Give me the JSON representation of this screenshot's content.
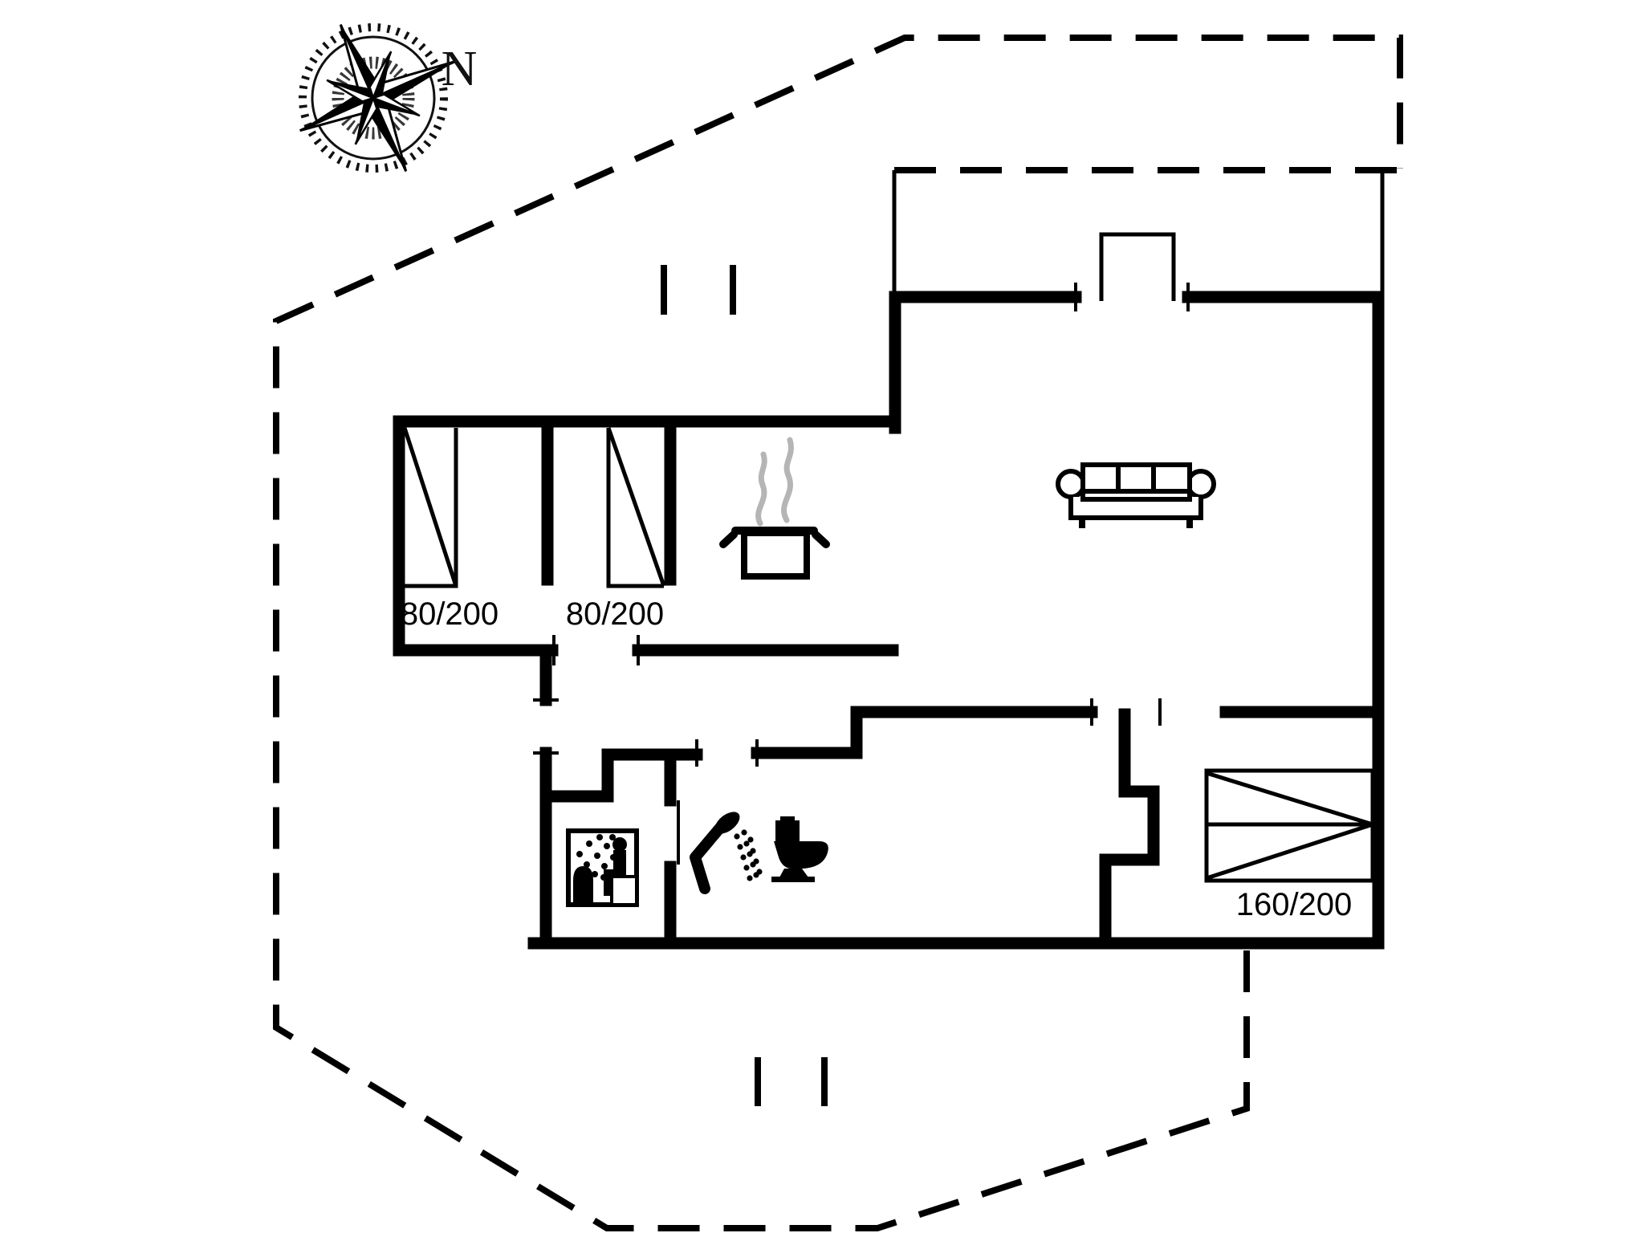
{
  "meta": {
    "kind": "holiday-house floor plan drawing"
  },
  "colors": {
    "ink": "#000000",
    "steam": "#b5b5b5",
    "background": "#ffffff"
  },
  "compass": {
    "north_label": "N"
  },
  "labels": {
    "bed1": "80/200",
    "bed2": "80/200",
    "double_bed": "160/200"
  },
  "icons": {
    "compass": "compass-rose-icon",
    "stove": "steaming-pot-icon",
    "sofa": "sofa-icon",
    "sauna": "sauna-icon",
    "shower": "shower-icon",
    "toilet": "toilet-icon",
    "single_bed": "single-bed-symbol",
    "double_bed": "double-bed-symbol"
  }
}
